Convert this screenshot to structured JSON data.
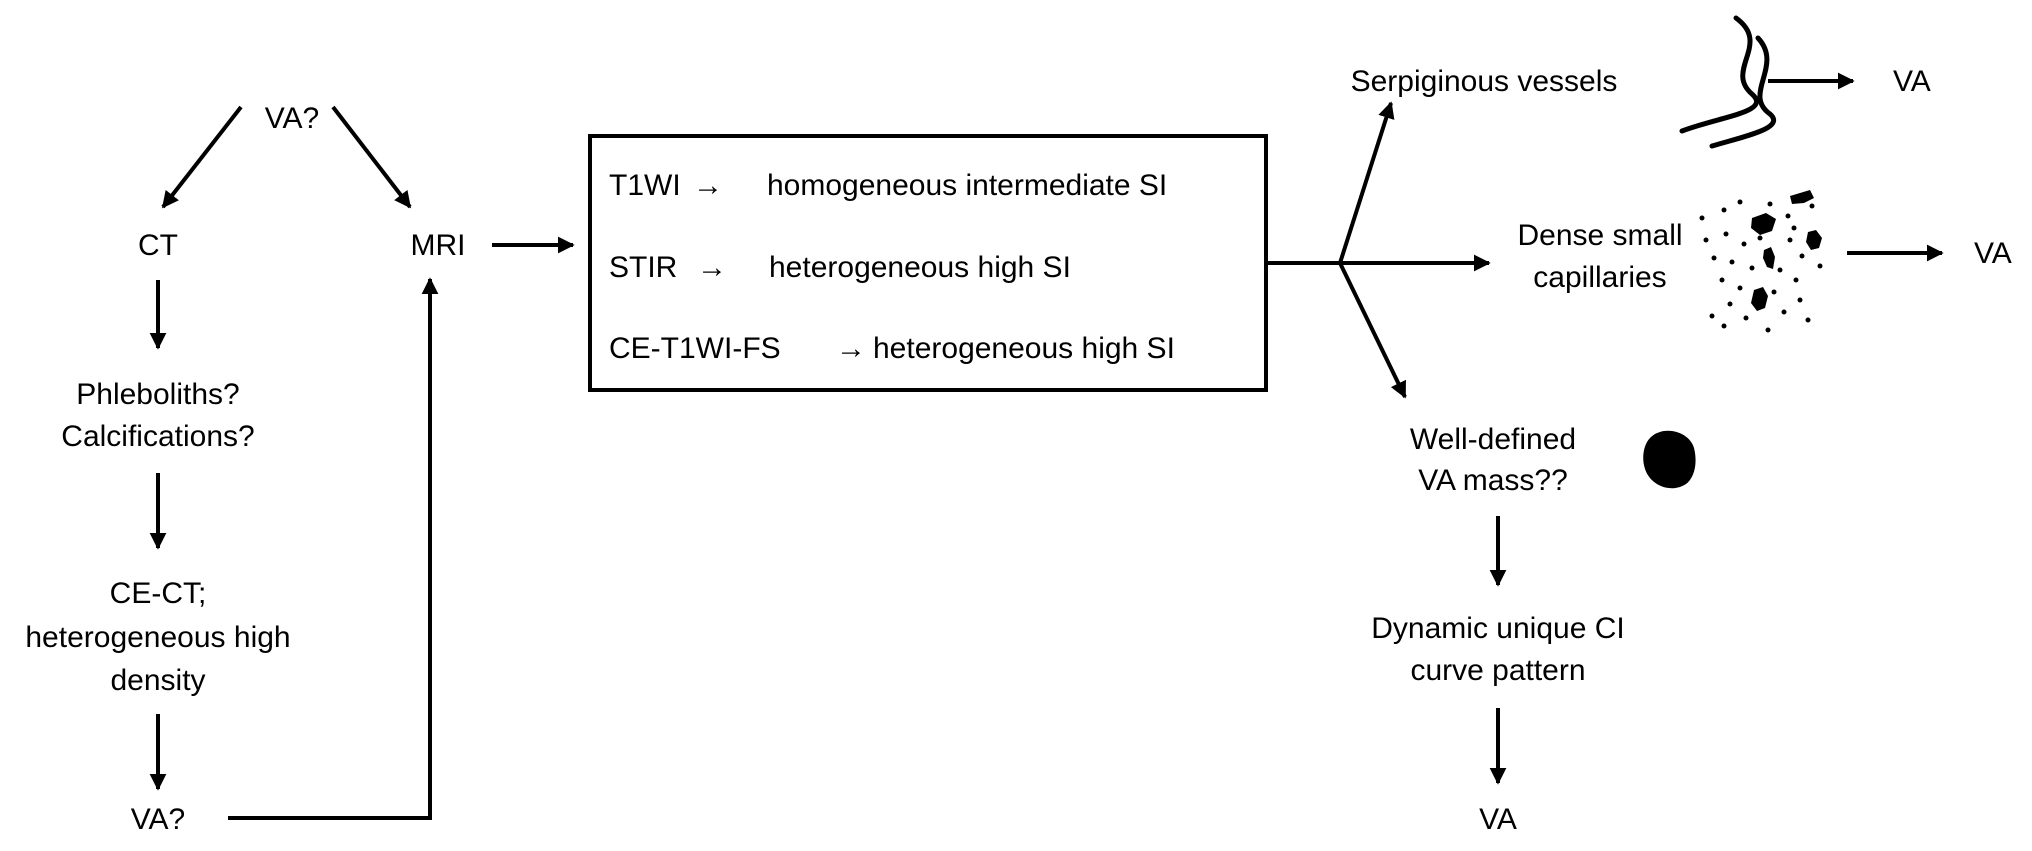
{
  "nodes": {
    "va_start": "VA?",
    "ct": "CT",
    "mri": "MRI",
    "phleboliths": "Phleboliths?",
    "calcifications": "Calcifications?",
    "cect_line1": "CE-CT;",
    "cect_line2": "heterogeneous high",
    "cect_line3": "density",
    "va_ct": "VA?",
    "serpiginous": "Serpiginous vessels",
    "va_serp": "VA",
    "dense_line1": "Dense small",
    "dense_line2": "capillaries",
    "va_dense": "VA",
    "well_line1": "Well-defined",
    "well_line2": "VA mass??",
    "dynamic_line1": "Dynamic unique CI",
    "dynamic_line2": "curve pattern",
    "va_final": "VA"
  },
  "mri_box": {
    "row1_seq": "T1WI",
    "row1_arrow": "→",
    "row1_result": "homogeneous intermediate SI",
    "row2_seq": "STIR",
    "row2_arrow": "→",
    "row2_result": "heterogeneous high SI",
    "row3_seq": "CE-T1WI-FS",
    "row3_arrow": "→",
    "row3_result": "heterogeneous high SI"
  },
  "icons": {
    "serpiginous": "serpiginous-vessels-icon",
    "capillaries": "dense-capillaries-icon",
    "mass": "well-defined-mass-icon"
  },
  "colors": {
    "ink": "#000000",
    "background": "#ffffff"
  }
}
